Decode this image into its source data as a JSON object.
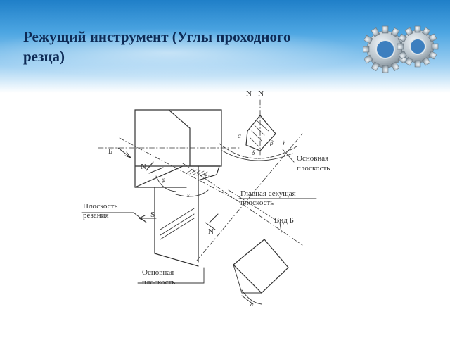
{
  "slide": {
    "title_line1": "Режущий инструмент (Углы проходного",
    "title_line2": "резца)"
  },
  "icons": {
    "logo": "gears-icon"
  },
  "diagram": {
    "section_label": "N - N",
    "arrow_b": "Б",
    "section_n_left": "N",
    "section_n_bottom": "N",
    "feed_s": "S",
    "base_plane_top": [
      "Основная",
      "плоскость"
    ],
    "main_secant_plane": [
      "Главная секущая",
      "плоскость"
    ],
    "cutting_plane": [
      "Плоскость",
      "резания"
    ],
    "view_b": "Вид Б",
    "base_plane_bottom": [
      "Основная",
      "плоскость"
    ],
    "angle_phi": "φ",
    "angle_phi1": "φ₁",
    "angle_epsilon": "ε",
    "angle_alpha": "α",
    "angle_beta": "β",
    "angle_gamma": "γ",
    "angle_delta": "δ",
    "angle_lambda": "λ"
  }
}
